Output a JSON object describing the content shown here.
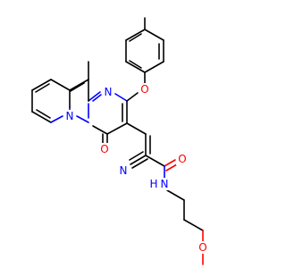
{
  "molecule": {
    "atoms": {
      "n_ring_top": "N",
      "n_ring_bridge": "N",
      "o_ether": "O",
      "o_ketone": "O",
      "o_amide": "O",
      "n_amide": "N",
      "h_amide": "H",
      "n_nitrile": "N",
      "o_methoxy": "O"
    },
    "colors": {
      "carbon_bond": "#000000",
      "nitrogen": "#0000ff",
      "oxygen": "#ff0000"
    }
  }
}
